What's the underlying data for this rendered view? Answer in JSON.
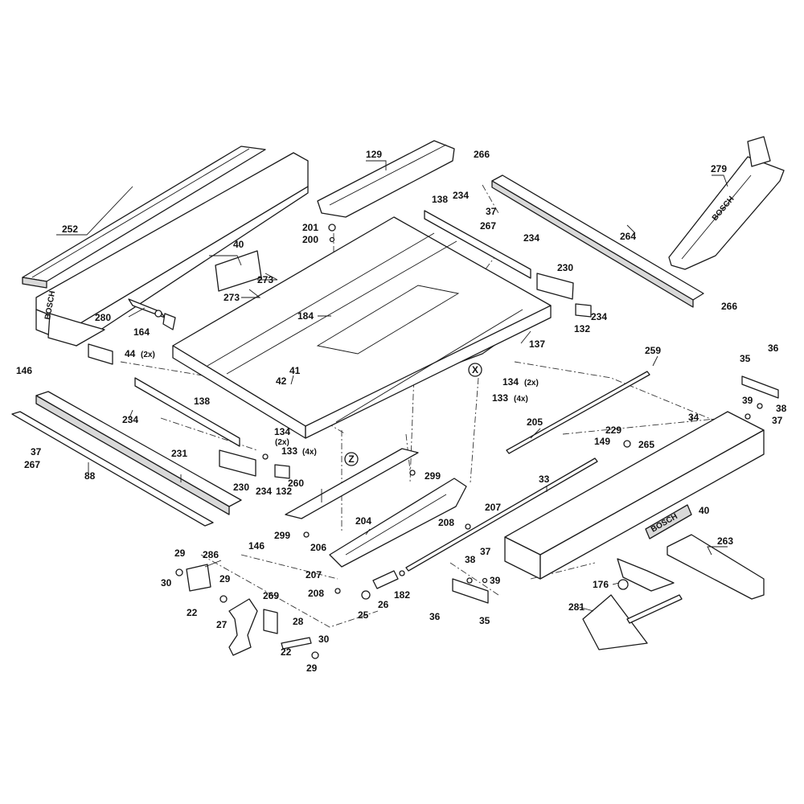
{
  "diagram": {
    "parts": [
      {
        "id": "p252",
        "label": "252"
      },
      {
        "id": "p280",
        "label": "280"
      },
      {
        "id": "p164",
        "label": "164"
      },
      {
        "id": "p44",
        "label": "44",
        "qty": "(2x)"
      },
      {
        "id": "p40a",
        "label": "40"
      },
      {
        "id": "p273a",
        "label": "273"
      },
      {
        "id": "p273b",
        "label": "273"
      },
      {
        "id": "p129",
        "label": "129"
      },
      {
        "id": "p201",
        "label": "201"
      },
      {
        "id": "p200",
        "label": "200"
      },
      {
        "id": "p184",
        "label": "184"
      },
      {
        "id": "p137",
        "label": "137"
      },
      {
        "id": "p138a",
        "label": "138"
      },
      {
        "id": "p234a",
        "label": "234"
      },
      {
        "id": "p266a",
        "label": "266"
      },
      {
        "id": "p37a",
        "label": "37"
      },
      {
        "id": "p267a",
        "label": "267"
      },
      {
        "id": "p234b",
        "label": "234"
      },
      {
        "id": "p230a",
        "label": "230"
      },
      {
        "id": "p234c",
        "label": "234"
      },
      {
        "id": "p132a",
        "label": "132"
      },
      {
        "id": "p264",
        "label": "264"
      },
      {
        "id": "p279",
        "label": "279"
      },
      {
        "id": "p266b",
        "label": "266"
      },
      {
        "id": "p146a",
        "label": "146"
      },
      {
        "id": "p138b",
        "label": "138"
      },
      {
        "id": "p234d",
        "label": "234"
      },
      {
        "id": "p41",
        "label": "41"
      },
      {
        "id": "p42",
        "label": "42"
      },
      {
        "id": "p134a",
        "label": "134",
        "qty": "(2x)"
      },
      {
        "id": "p133a",
        "label": "133",
        "qty": "(4x)"
      },
      {
        "id": "p134b",
        "label": "134",
        "qty": "(2x)"
      },
      {
        "id": "p133b",
        "label": "133",
        "qty": "(4x)"
      },
      {
        "id": "p259",
        "label": "259"
      },
      {
        "id": "p35a",
        "label": "35"
      },
      {
        "id": "p36a",
        "label": "36"
      },
      {
        "id": "p39a",
        "label": "39"
      },
      {
        "id": "p38a",
        "label": "38"
      },
      {
        "id": "p37b",
        "label": "37"
      },
      {
        "id": "p34",
        "label": "34"
      },
      {
        "id": "p37c",
        "label": "37"
      },
      {
        "id": "p267b",
        "label": "267"
      },
      {
        "id": "p88",
        "label": "88"
      },
      {
        "id": "p231",
        "label": "231"
      },
      {
        "id": "p230b",
        "label": "230"
      },
      {
        "id": "p234e",
        "label": "234"
      },
      {
        "id": "p132b",
        "label": "132"
      },
      {
        "id": "p146b",
        "label": "146"
      },
      {
        "id": "p205",
        "label": "205"
      },
      {
        "id": "p229",
        "label": "229"
      },
      {
        "id": "p149",
        "label": "149"
      },
      {
        "id": "p265",
        "label": "265"
      },
      {
        "id": "p260",
        "label": "260"
      },
      {
        "id": "p299a",
        "label": "299"
      },
      {
        "id": "p299b",
        "label": "299"
      },
      {
        "id": "p33",
        "label": "33"
      },
      {
        "id": "p207a",
        "label": "207"
      },
      {
        "id": "p208a",
        "label": "208"
      },
      {
        "id": "p40b",
        "label": "40"
      },
      {
        "id": "p263",
        "label": "263"
      },
      {
        "id": "p204",
        "label": "204"
      },
      {
        "id": "p206",
        "label": "206"
      },
      {
        "id": "p207b",
        "label": "207"
      },
      {
        "id": "p208b",
        "label": "208"
      },
      {
        "id": "p29a",
        "label": "29"
      },
      {
        "id": "p286",
        "label": "286"
      },
      {
        "id": "p30a",
        "label": "30"
      },
      {
        "id": "p29b",
        "label": "29"
      },
      {
        "id": "p22a",
        "label": "22"
      },
      {
        "id": "p27",
        "label": "27"
      },
      {
        "id": "p269",
        "label": "269"
      },
      {
        "id": "p28",
        "label": "28"
      },
      {
        "id": "p22b",
        "label": "22"
      },
      {
        "id": "p30b",
        "label": "30"
      },
      {
        "id": "p29c",
        "label": "29"
      },
      {
        "id": "p25",
        "label": "25"
      },
      {
        "id": "p26",
        "label": "26"
      },
      {
        "id": "p182",
        "label": "182"
      },
      {
        "id": "p36b",
        "label": "36"
      },
      {
        "id": "p38b",
        "label": "38"
      },
      {
        "id": "p37d",
        "label": "37"
      },
      {
        "id": "p39b",
        "label": "39"
      },
      {
        "id": "p35b",
        "label": "35"
      },
      {
        "id": "p176",
        "label": "176"
      },
      {
        "id": "p281",
        "label": "281"
      }
    ],
    "markers": [
      {
        "id": "mx",
        "label": "X"
      },
      {
        "id": "mz",
        "label": "Z"
      }
    ],
    "brand_marks": {
      "fence_front": "BOSCH",
      "guard": "BOSCH",
      "extension_badge": "BOSCH"
    }
  }
}
